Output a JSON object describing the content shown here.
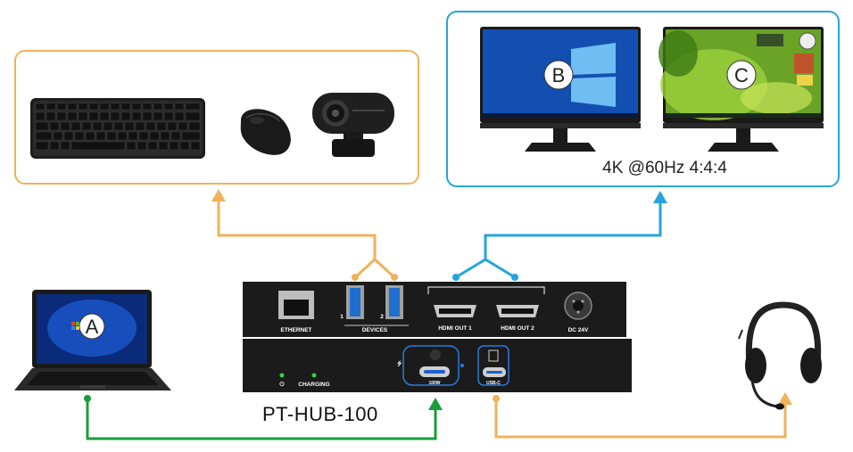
{
  "colors": {
    "peripherals": "#f0b25a",
    "displays": "#26a4dc",
    "power_path": "#1a9c3a",
    "audio_path": "#f0b25a",
    "hub_body": "#1b1b1b"
  },
  "displays": {
    "monitor_b_label": "B",
    "monitor_c_label": "C",
    "resolution_spec": "4K @60Hz 4:4:4"
  },
  "laptop": {
    "label": "A"
  },
  "hub": {
    "model": "PT-HUB-100",
    "rear_panel": {
      "ethernet": "ETHERNET",
      "devices": "DEVICES",
      "usb_port_1": "1",
      "usb_port_2": "2",
      "hdmi_out_1": "HDMI OUT 1",
      "hdmi_out_2": "HDMI OUT 2",
      "dc_in": "DC 24V"
    },
    "front_panel": {
      "charging": "CHARGING",
      "usbc_host": "100W",
      "usbc_audio": "USB-C"
    }
  },
  "peripherals": {
    "keyboard_icon": "keyboard-icon",
    "mouse_icon": "mouse-icon",
    "webcam_icon": "webcam-icon"
  },
  "audio": {
    "headset_icon": "headset-icon"
  }
}
